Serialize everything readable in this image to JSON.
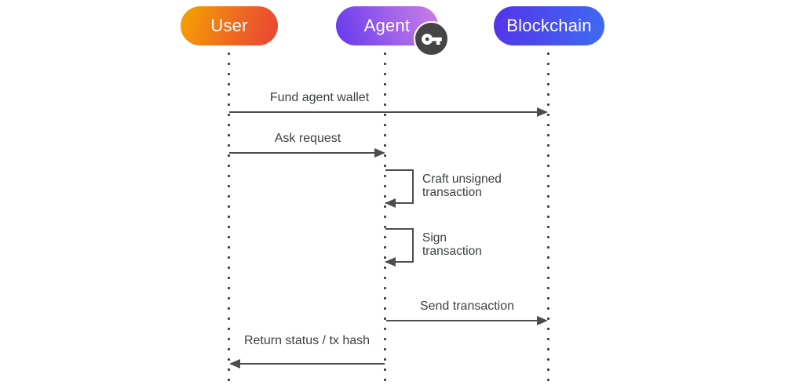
{
  "diagram": {
    "type": "sequence-diagram",
    "actors": [
      {
        "id": "user",
        "label": "User",
        "gradient_start": "#F6A500",
        "gradient_end": "#E94335"
      },
      {
        "id": "agent",
        "label": "Agent",
        "gradient_start": "#6638EE",
        "gradient_end": "#C97FE6",
        "badge_icon": "key-icon"
      },
      {
        "id": "blockchain",
        "label": "Blockchain",
        "gradient_start": "#5533E8",
        "gradient_end": "#3E6BF2"
      }
    ],
    "messages": [
      {
        "from": "User",
        "to": "Blockchain",
        "type": "arrow-right",
        "label": "Fund agent wallet",
        "lines": [
          "Fund agent wallet"
        ]
      },
      {
        "from": "User",
        "to": "Agent",
        "type": "arrow-right",
        "label": "Ask request",
        "lines": [
          "Ask request"
        ]
      },
      {
        "from": "Agent",
        "to": "Agent",
        "type": "self-loop",
        "label": "Craft unsigned transaction",
        "lines": [
          "Craft unsigned",
          "transaction"
        ]
      },
      {
        "from": "Agent",
        "to": "Agent",
        "type": "self-loop",
        "label": "Sign transaction",
        "lines": [
          "Sign",
          "transaction"
        ]
      },
      {
        "from": "Agent",
        "to": "Blockchain",
        "type": "arrow-right",
        "label": "Send transaction",
        "lines": [
          "Send transaction"
        ]
      },
      {
        "from": "Agent",
        "to": "User",
        "type": "arrow-left",
        "label": "Return status / tx hash",
        "lines": [
          "Return status / tx hash"
        ]
      }
    ],
    "colors": {
      "background": "#FFFFFF",
      "arrow_line": "#4D4D4D",
      "label_text": "#3C4043",
      "lifeline_dot": "#3B3B3B",
      "badge_background": "#454545",
      "badge_glyph": "#FFFFFF",
      "pill_text": "#FFFFFF"
    }
  }
}
